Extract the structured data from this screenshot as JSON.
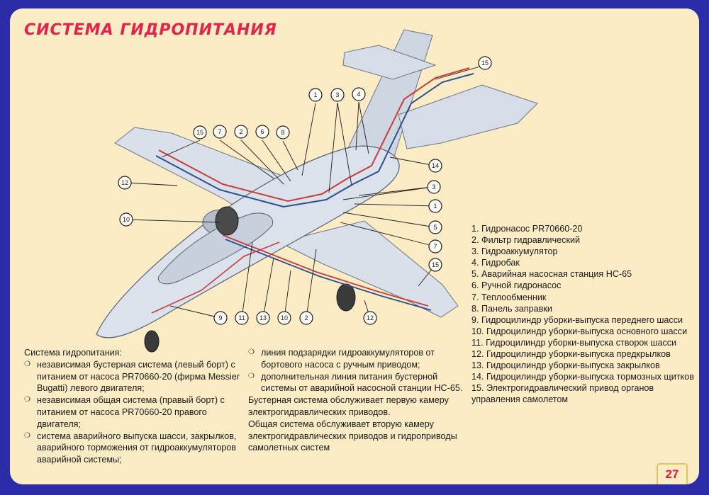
{
  "title": "СИСТЕМА ГИДРОПИТАНИЯ",
  "callouts": [
    "1",
    "3",
    "4",
    "15",
    "7",
    "2",
    "6",
    "8",
    "15",
    "14",
    "12",
    "3",
    "1",
    "5",
    "10",
    "7",
    "15",
    "9",
    "11",
    "13",
    "10",
    "2",
    "12"
  ],
  "legend": [
    "1. Гидронасос PR70660-20",
    "2. Фильтр гидравлический",
    "3. Гидроаккумулятор",
    "4. Гидробак",
    "5. Аварийная насосная станция НС-65",
    "6. Ручной гидронасос",
    "7. Теплообменник",
    "8. Панель заправки",
    "9. Гидроцилиндр уборки-выпуска переднего шасси",
    "10. Гидроцилиндр уборки-выпуска основного шасси",
    "11. Гидроцилиндр уборки-выпуска створок шасси",
    "12. Гидроцилиндр уборки-выпуска предкрылков",
    "13. Гидроцилиндр уборки-выпуска закрылков",
    "14. Гидроцилиндр уборки-выпуска тормозных щитков",
    "15. Электрогидравлический привод органов управления самолетом"
  ],
  "description": {
    "heading": "Система гидропитания:",
    "left_items": [
      "независимая бустерная система (левый борт) с питанием от насоса PR70660-20 (фирма Messier Bugatti) левого двигателя;",
      "независимая общая система (правый борт) с питанием от насоса PR70660-20 правого двигателя;",
      "система аварийного выпуска шасси, закрылков, аварийного торможения от гидроаккумуляторов аварийной системы;"
    ],
    "right_items": [
      "линия подзарядки гидроаккумуляторов от бортового насоса с ручным приводом;",
      "дополнительная линия питания бустерной системы от аварийной насосной станции НС-65."
    ],
    "text_1": "Бустерная система обслуживает первую камеру электрогидравлических приводов.",
    "text_2": "Общая система обслуживает вторую камеру электрогидравлических приводов и гидроприводы самолетных систем"
  },
  "page_number": "27",
  "colors": {
    "page_bg": "#fbecc6",
    "frame": "#2c2ca8",
    "title": "#e8204a",
    "airframe": "#d3dbe6",
    "line_red": "#c83c3c",
    "line_blue": "#2c4f8f"
  }
}
